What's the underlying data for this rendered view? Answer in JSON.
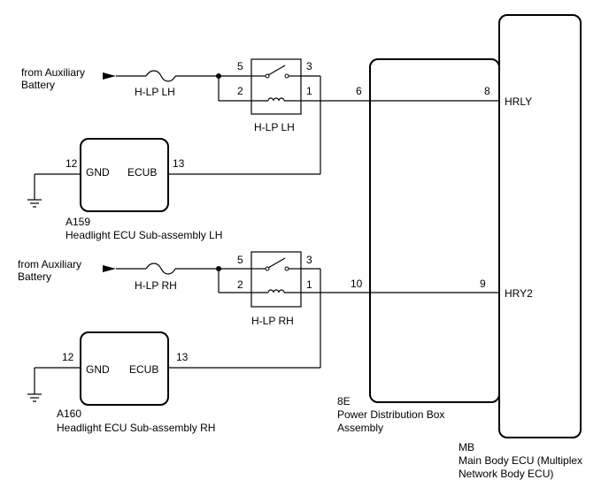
{
  "top_circuit": {
    "source_line1": "from Auxiliary",
    "source_line2": "Battery",
    "fuse_label": "H-LP LH",
    "relay_label": "H-LP LH",
    "relay_pin_in": "5",
    "relay_pin_out": "3",
    "relay_pin_coil_a": "2",
    "relay_pin_coil_b": "1",
    "ecu_pin_gnd": "12",
    "ecu_pin_ecub": "13",
    "ecu_term_gnd": "GND",
    "ecu_term_ecub": "ECUB",
    "ecu_code": "A159",
    "ecu_name": "Headlight ECU Sub-assembly LH",
    "pdb_pin": "6",
    "mb_pin": "8",
    "mb_term": "HRLY"
  },
  "bottom_circuit": {
    "source_line1": "from Auxiliary",
    "source_line2": "Battery",
    "fuse_label": "H-LP RH",
    "relay_label": "H-LP RH",
    "relay_pin_in": "5",
    "relay_pin_out": "3",
    "relay_pin_coil_a": "2",
    "relay_pin_coil_b": "1",
    "ecu_pin_gnd": "12",
    "ecu_pin_ecub": "13",
    "ecu_term_gnd": "GND",
    "ecu_term_ecub": "ECUB",
    "ecu_code": "A160",
    "ecu_name": "Headlight ECU Sub-assembly RH",
    "pdb_pin": "10",
    "mb_pin": "9",
    "mb_term": "HRY2"
  },
  "power_distribution_box": {
    "code": "8E",
    "name_line1": "Power Distribution Box",
    "name_line2": "Assembly"
  },
  "main_body_ecu": {
    "code": "MB",
    "name_line1": "Main Body ECU (Multiplex",
    "name_line2": "Network Body ECU)"
  },
  "icons": [
    "arrow-icon",
    "fuse-icon",
    "relay-switch-icon",
    "relay-coil-icon",
    "ground-icon",
    "junction-dot-icon"
  ]
}
